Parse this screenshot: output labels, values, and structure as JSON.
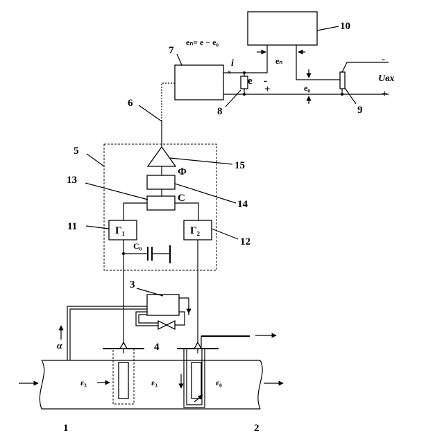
{
  "labels": {
    "n1": "1",
    "n2": "2",
    "n3": "3",
    "n4": "4",
    "n5": "5",
    "n6": "6",
    "n7": "7",
    "n8": "8",
    "n9": "9",
    "n10": "10",
    "n11": "11",
    "n12": "12",
    "n13": "13",
    "n14": "14",
    "n15": "15"
  },
  "symbols": {
    "formula": "eₙ= e − e₀",
    "current": "i",
    "e": "e",
    "e_n": "eₙ",
    "e_0": "e₀",
    "u_out": "Uвх",
    "minus_top_right": "-",
    "plus_right": "+",
    "minus_mid": "-",
    "plus_mid": "+",
    "phi": "Ф",
    "c_block": "С",
    "g1": "Г₁",
    "g2": "Г₂",
    "c_cap": "C₀",
    "eps3_left": "ε₃",
    "eps3_mid": "ε₃",
    "eps0": "ε₀",
    "alpha": "α"
  }
}
